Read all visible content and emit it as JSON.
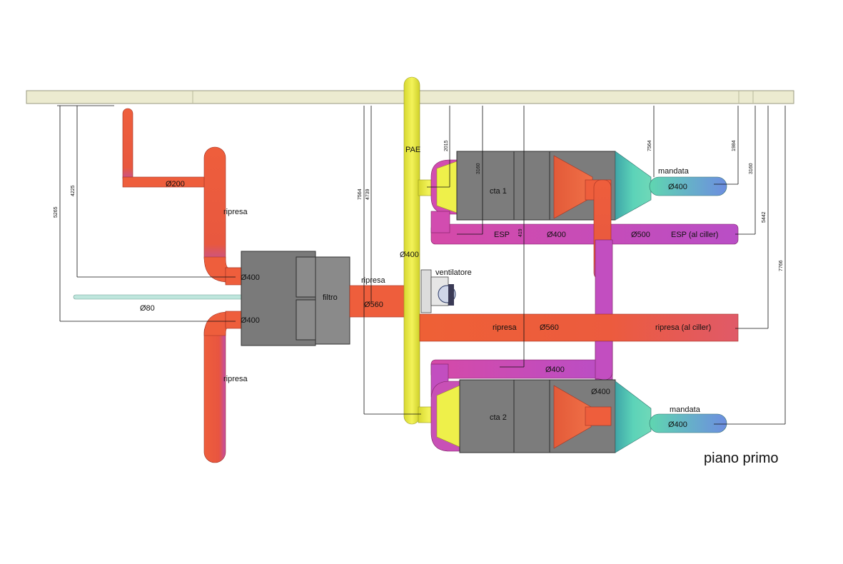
{
  "diagram": {
    "title": "piano primo",
    "colors": {
      "ceiling": "#ecebd0",
      "duct_red": "#ee5e3c",
      "duct_magenta": "#d34fb6",
      "duct_yellow": "#eef04a",
      "duct_cyan": "#58d5b8",
      "unit_grey": "#7e7e7e"
    },
    "labels": {
      "d200": "Ø200",
      "ripresa_top": "ripresa",
      "ripresa_bottom": "ripresa",
      "d400_in_top": "Ø400",
      "d400_in_bottom": "Ø400",
      "d80": "Ø80",
      "filtro": "filtro",
      "ripresa_mid": "ripresa",
      "d560_left": "Ø560",
      "pae": "PAE",
      "d400_riser": "Ø400",
      "ventilatore": "ventilatore",
      "cta1": "cta 1",
      "cta2": "cta 2",
      "esp1": "ESP",
      "d400_esp": "Ø400",
      "d500": "Ø500",
      "esp_ciller": "ESP (al ciller)",
      "ripresa_center": "ripresa",
      "d560_center": "Ø560",
      "ripresa_ciller": "ripresa (al ciller)",
      "d400_lower": "Ø400",
      "d400_vert": "Ø400",
      "mandata_top": "mandata",
      "d400_mandata_top": "Ø400",
      "mandata_bottom": "mandata",
      "d400_mandata_bottom": "Ø400"
    },
    "dimensions": {
      "d5265": "5265",
      "d4225": "4225",
      "d7564_left": "7564",
      "d4739": "4739",
      "d2015": "2015",
      "d3160_left": "3160",
      "d419": "419",
      "d7564_right": "7564",
      "d1984": "1984",
      "d3160_right": "3160",
      "d5442": "5442",
      "d7766": "7766"
    }
  }
}
